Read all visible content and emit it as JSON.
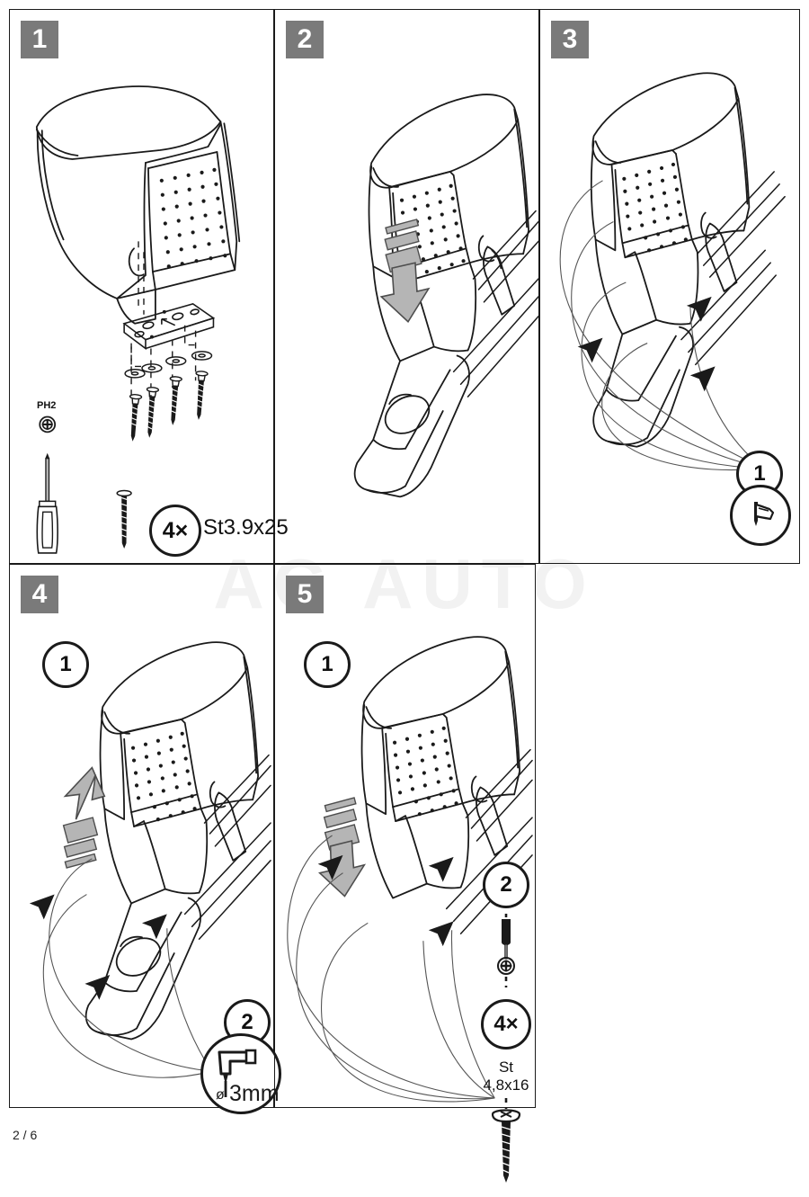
{
  "document": {
    "page_label": "2 / 6",
    "watermark": "AG AUTO",
    "badge_color": "#7a7a7a",
    "line_color": "#1a1a1a",
    "arrow_fill": "#b0b0b0"
  },
  "panels": [
    {
      "number": "1",
      "name": "panel-1-mounting-plate",
      "callouts": [],
      "tool": {
        "label": "PH2",
        "icon": "screwdriver-icon"
      },
      "hardware": {
        "quantity": "4×",
        "spec": "St3.9x25",
        "icon": "screw-icon"
      }
    },
    {
      "number": "2",
      "name": "panel-2-slide-cover-down",
      "arrow_direction": "down",
      "callouts": []
    },
    {
      "number": "3",
      "name": "panel-3-mark-positions",
      "callouts": [
        {
          "index": "1",
          "icon": "marker-pen-icon"
        }
      ]
    },
    {
      "number": "4",
      "name": "panel-4-drill-holes",
      "arrow_direction": "up",
      "step_ref": "1",
      "callouts": [
        {
          "index": "2",
          "icon": "drill-icon",
          "label": "ø3mm"
        }
      ]
    },
    {
      "number": "5",
      "name": "panel-5-fasten-screws",
      "arrow_direction": "down",
      "step_ref": "1",
      "hardware": {
        "index": "2",
        "quantity": "4×",
        "spec": "St 4,8x16",
        "tool_icon": "screwdriver-icon",
        "head_icon": "phillips-head-icon",
        "screw_icon": "screw-icon"
      }
    }
  ]
}
